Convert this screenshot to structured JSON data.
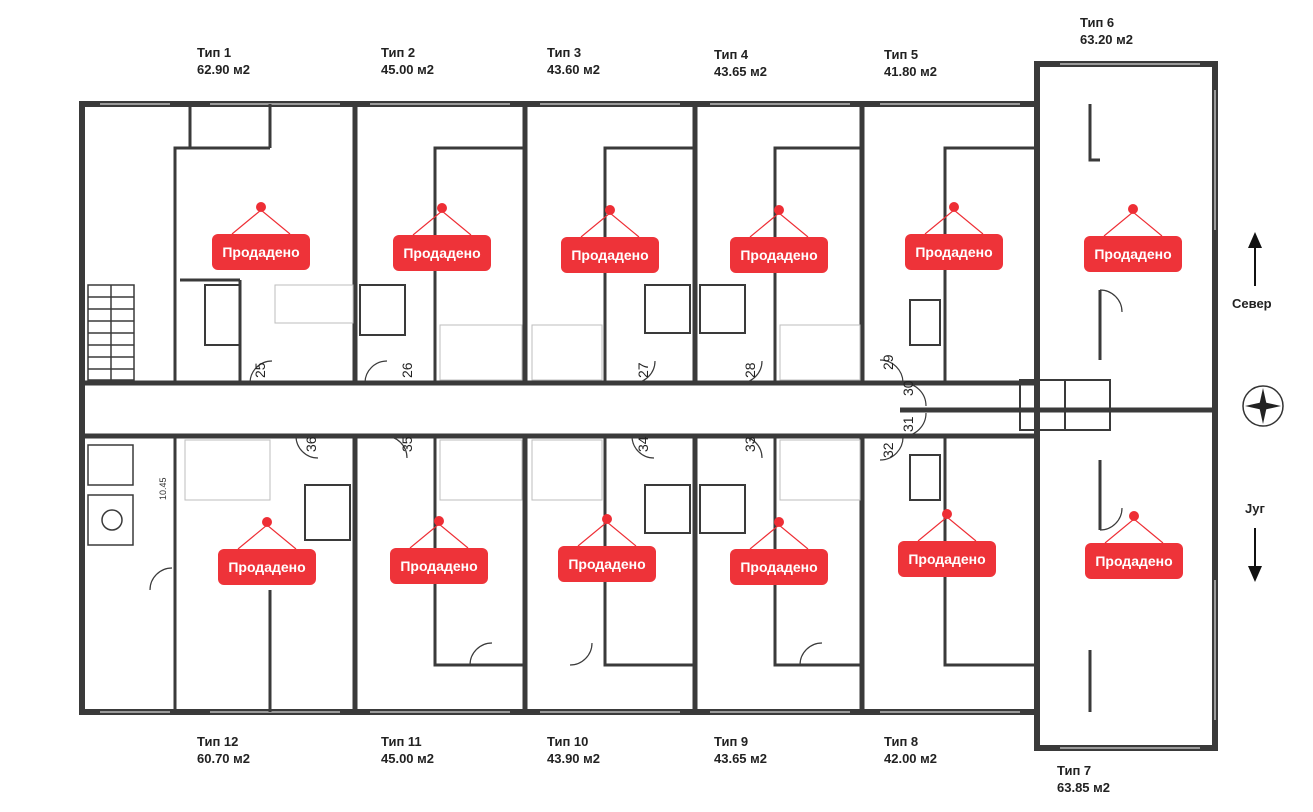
{
  "units_top": [
    {
      "type": "Тип 1",
      "area": "62.90 м2"
    },
    {
      "type": "Тип 2",
      "area": "45.00 м2"
    },
    {
      "type": "Тип 3",
      "area": "43.60 м2"
    },
    {
      "type": "Тип 4",
      "area": "43.65 м2"
    },
    {
      "type": "Тип 5",
      "area": "41.80 м2"
    },
    {
      "type": "Тип 6",
      "area": "63.20 м2"
    }
  ],
  "units_bottom": [
    {
      "type": "Тип 12",
      "area": "60.70 м2"
    },
    {
      "type": "Тип 11",
      "area": "45.00 м2"
    },
    {
      "type": "Тип 10",
      "area": "43.90 м2"
    },
    {
      "type": "Тип 9",
      "area": "43.65 м2"
    },
    {
      "type": "Тип 8",
      "area": "42.00 м2"
    },
    {
      "type": "Тип 7",
      "area": "63.85 м2"
    }
  ],
  "sold_label": "Продадено",
  "door_numbers": [
    "25",
    "26",
    "27",
    "28",
    "29",
    "30",
    "31",
    "32",
    "33",
    "34",
    "35",
    "36"
  ],
  "directions": {
    "north": "Север",
    "south": "Југ"
  },
  "stair_elev": "10.45",
  "colors": {
    "sold": "#ee3339",
    "wall": "#3a3a3a"
  }
}
